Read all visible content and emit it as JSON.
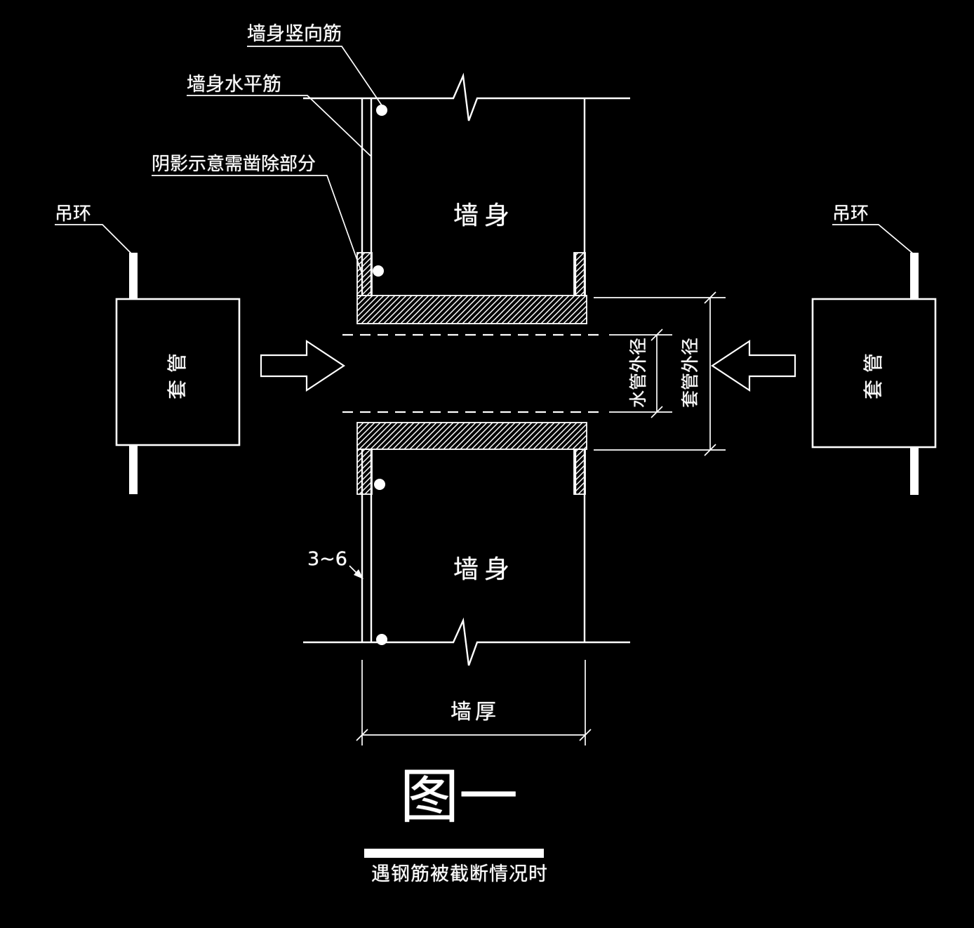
{
  "colors": {
    "background": "#000000",
    "line": "#ffffff"
  },
  "annotations": {
    "vertical_rebar_label": "墙身竖向筋",
    "horizontal_rebar_label": "墙身水平筋",
    "chisel_note_label": "阴影示意需凿除部分",
    "gap_dimension_label": "3~6"
  },
  "left_assembly": {
    "lifting_ring_label": "吊环",
    "sleeve_label": "套管"
  },
  "right_assembly": {
    "lifting_ring_label": "吊环",
    "sleeve_label": "套管"
  },
  "wall": {
    "top_label": "墙身",
    "bottom_label": "墙身",
    "thickness_label": "墙厚"
  },
  "dimensions": {
    "water_pipe_od_label": "水管外径",
    "sleeve_od_label": "套管外径"
  },
  "figure": {
    "title": "图一",
    "caption": "遇钢筋被截断情况时"
  }
}
